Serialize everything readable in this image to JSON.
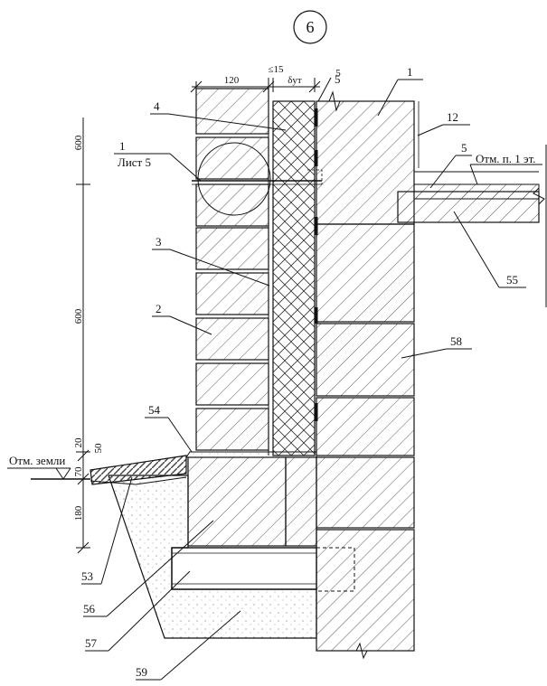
{
  "sheet_number": "6",
  "callout": {
    "number": "1",
    "sheet_ref": "Лист 5"
  },
  "dimensions": {
    "top_brick_width": "120",
    "top_gap": "≤15",
    "top_insulation": "δут",
    "top_5": "5",
    "left_600_upper": "600",
    "left_600_lower": "600",
    "left_20": "20",
    "left_50": "50",
    "left_70": "70",
    "left_180": "180"
  },
  "levels": {
    "ground": "Отм. земли",
    "floor_1": "Отм. п. 1 эт."
  },
  "labels": [
    "1",
    "12",
    "4",
    "5",
    "5",
    "3",
    "2",
    "58",
    "55",
    "54",
    "53",
    "56",
    "57",
    "59"
  ]
}
